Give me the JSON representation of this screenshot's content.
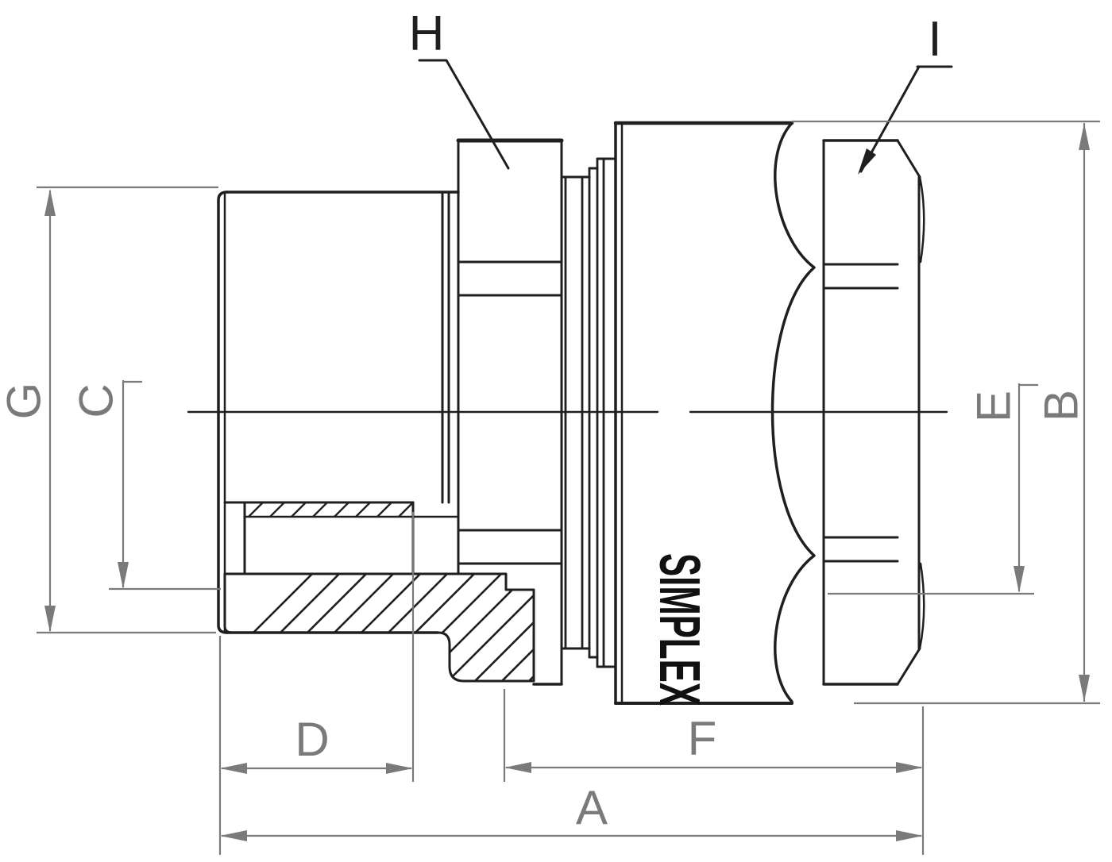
{
  "drawing": {
    "title": "Pipe fitting dimensional drawing",
    "background": "#ffffff",
    "line_color": "#1f1f1f",
    "dim_color": "#7a7a7a",
    "brand_text": "SIMPLEX",
    "callouts": {
      "H": "H",
      "I": "I"
    },
    "dim_labels": {
      "A": "A",
      "B": "B",
      "C": "C",
      "D": "D",
      "E": "E",
      "F": "F",
      "G": "G"
    }
  }
}
